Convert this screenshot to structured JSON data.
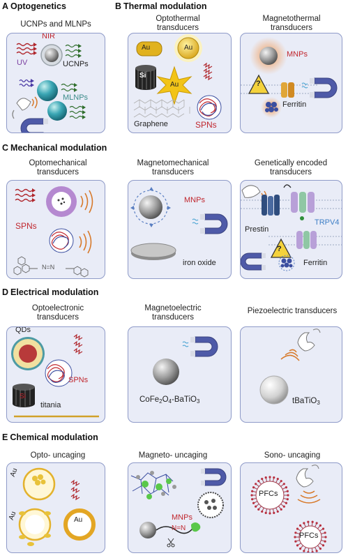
{
  "sections": {
    "a": {
      "letter": "A",
      "title": "Optogenetics"
    },
    "b": {
      "letter": "B",
      "title": "Thermal modulation"
    },
    "c": {
      "letter": "C",
      "title": "Mechanical modulation"
    },
    "d": {
      "letter": "D",
      "title": "Electrical modulation"
    },
    "e": {
      "letter": "E",
      "title": "Chemical modulation"
    }
  },
  "panels": {
    "a1": {
      "title": "UCNPs and MLNPs",
      "nir": "NIR",
      "uv": "UV",
      "ucnps": "UCNPs",
      "mlnps": "MLNPs"
    },
    "b1": {
      "title_l1": "Optothermal",
      "title_l2": "transducers",
      "au": "Au",
      "si": "Si",
      "graphene": "Graphene",
      "spns": "SPNs"
    },
    "b2": {
      "title_l1": "Magnetothermal",
      "title_l2": "transducers",
      "mnps": "MNPs",
      "ferritin": "Ferritin",
      "warning": "?"
    },
    "c1": {
      "title_l1": "Optomechanical",
      "title_l2": "transducers",
      "spns": "SPNs",
      "azo": "N=N"
    },
    "c2": {
      "title_l1": "Magnetomechanical",
      "title_l2": "transducers",
      "mnps": "MNPs",
      "iron_oxide": "iron oxide"
    },
    "c3": {
      "title_l1": "Genetically encoded",
      "title_l2": "transducers",
      "trpv4": "TRPV4",
      "prestin": "Prestin",
      "ferritin": "Ferritin",
      "warning": "?"
    },
    "d1": {
      "title_l1": "Optoelectronic",
      "title_l2": "transducers",
      "qds": "QDs",
      "spns": "SPNs",
      "si": "Si",
      "titania": "titania"
    },
    "d2": {
      "title_l1": "Magnetoelectric",
      "title_l2": "transducers",
      "formula_a": "CoFe",
      "formula_a_sub": "2",
      "formula_b": "O",
      "formula_b_sub": "4",
      "formula_c": "-BaTiO",
      "formula_c_sub": "3"
    },
    "d3": {
      "title": "Piezoelectric transducers",
      "formula": "tBaTiO",
      "formula_sub": "3"
    },
    "e1": {
      "title": "Opto- uncaging",
      "au": "Au"
    },
    "e2": {
      "title": "Magneto- uncaging",
      "mnps": "MNPs",
      "azo": "N=N"
    },
    "e3": {
      "title": "Sono- uncaging",
      "pfcs": "PFCs"
    }
  }
}
